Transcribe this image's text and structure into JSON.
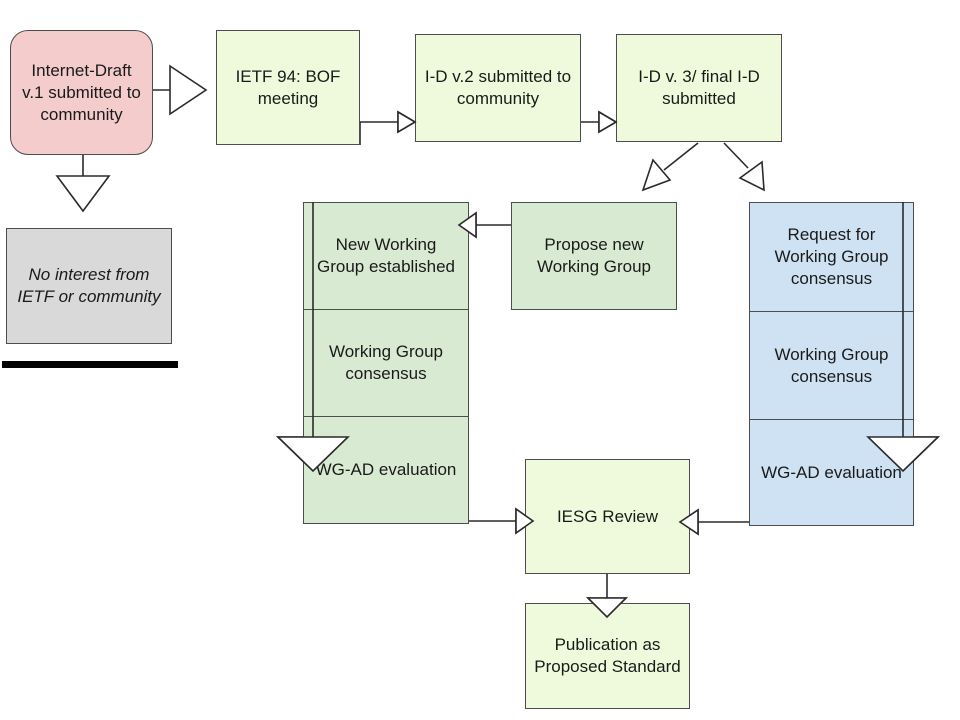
{
  "nodes": {
    "id_v1": "Internet-Draft v.1 submitted to community",
    "no_interest": "No interest from IETF or community",
    "bof": "IETF 94: BOF meeting",
    "id_v2": "I-D v.2 submitted to community",
    "id_v3": "I-D v. 3/ final I-D submitted",
    "propose_wg": "Propose new Working Group",
    "new_wg": "New Working Group established",
    "wg_consensus_left": "Working Group consensus",
    "wg_ad_left": "WG-AD evaluation",
    "request_consensus": "Request for Working Group consensus",
    "wg_consensus_right": "Working Group consensus",
    "wg_ad_right": "WG-AD evaluation",
    "iesg": "IESG Review",
    "publication": "Publication as Proposed Standard"
  },
  "colors": {
    "start": "#f4cccc",
    "dead_end": "#d9d9d9",
    "main_step": "#eefadb",
    "new_wg_path": "#d9ead3",
    "existing_wg_path": "#cfe2f3"
  }
}
